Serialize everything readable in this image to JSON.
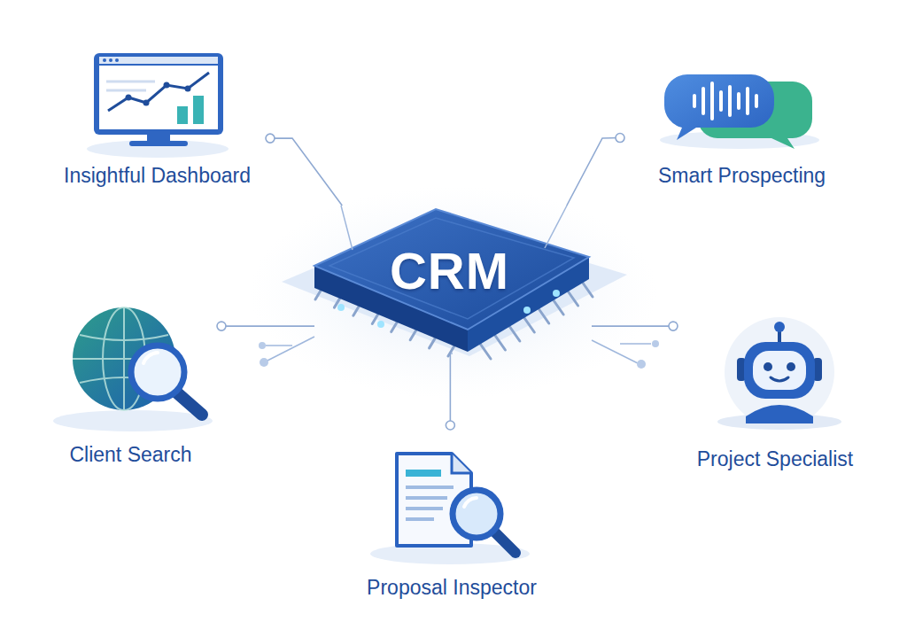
{
  "diagram": {
    "nodes": [
      {
        "text": [
          "Insightful Dashboard"
        ]
      },
      {
        "text": [
          "Smart Prospecting"
        ]
      },
      {
        "text": [
          "CRM"
        ]
      },
      {
        "text": [
          "Client Search"
        ]
      },
      {
        "text": [
          "Project Specialist"
        ]
      },
      {
        "text": [
          "Proposal Inspector"
        ]
      }
    ],
    "edges": [
      {
        "from": 2,
        "to": 0,
        "arrow": "none"
      },
      {
        "from": 2,
        "to": 1,
        "arrow": "none"
      },
      {
        "from": 2,
        "to": 3,
        "arrow": "none"
      },
      {
        "from": 2,
        "to": 4,
        "arrow": "none"
      },
      {
        "from": 2,
        "to": 5,
        "arrow": "none"
      }
    ]
  }
}
